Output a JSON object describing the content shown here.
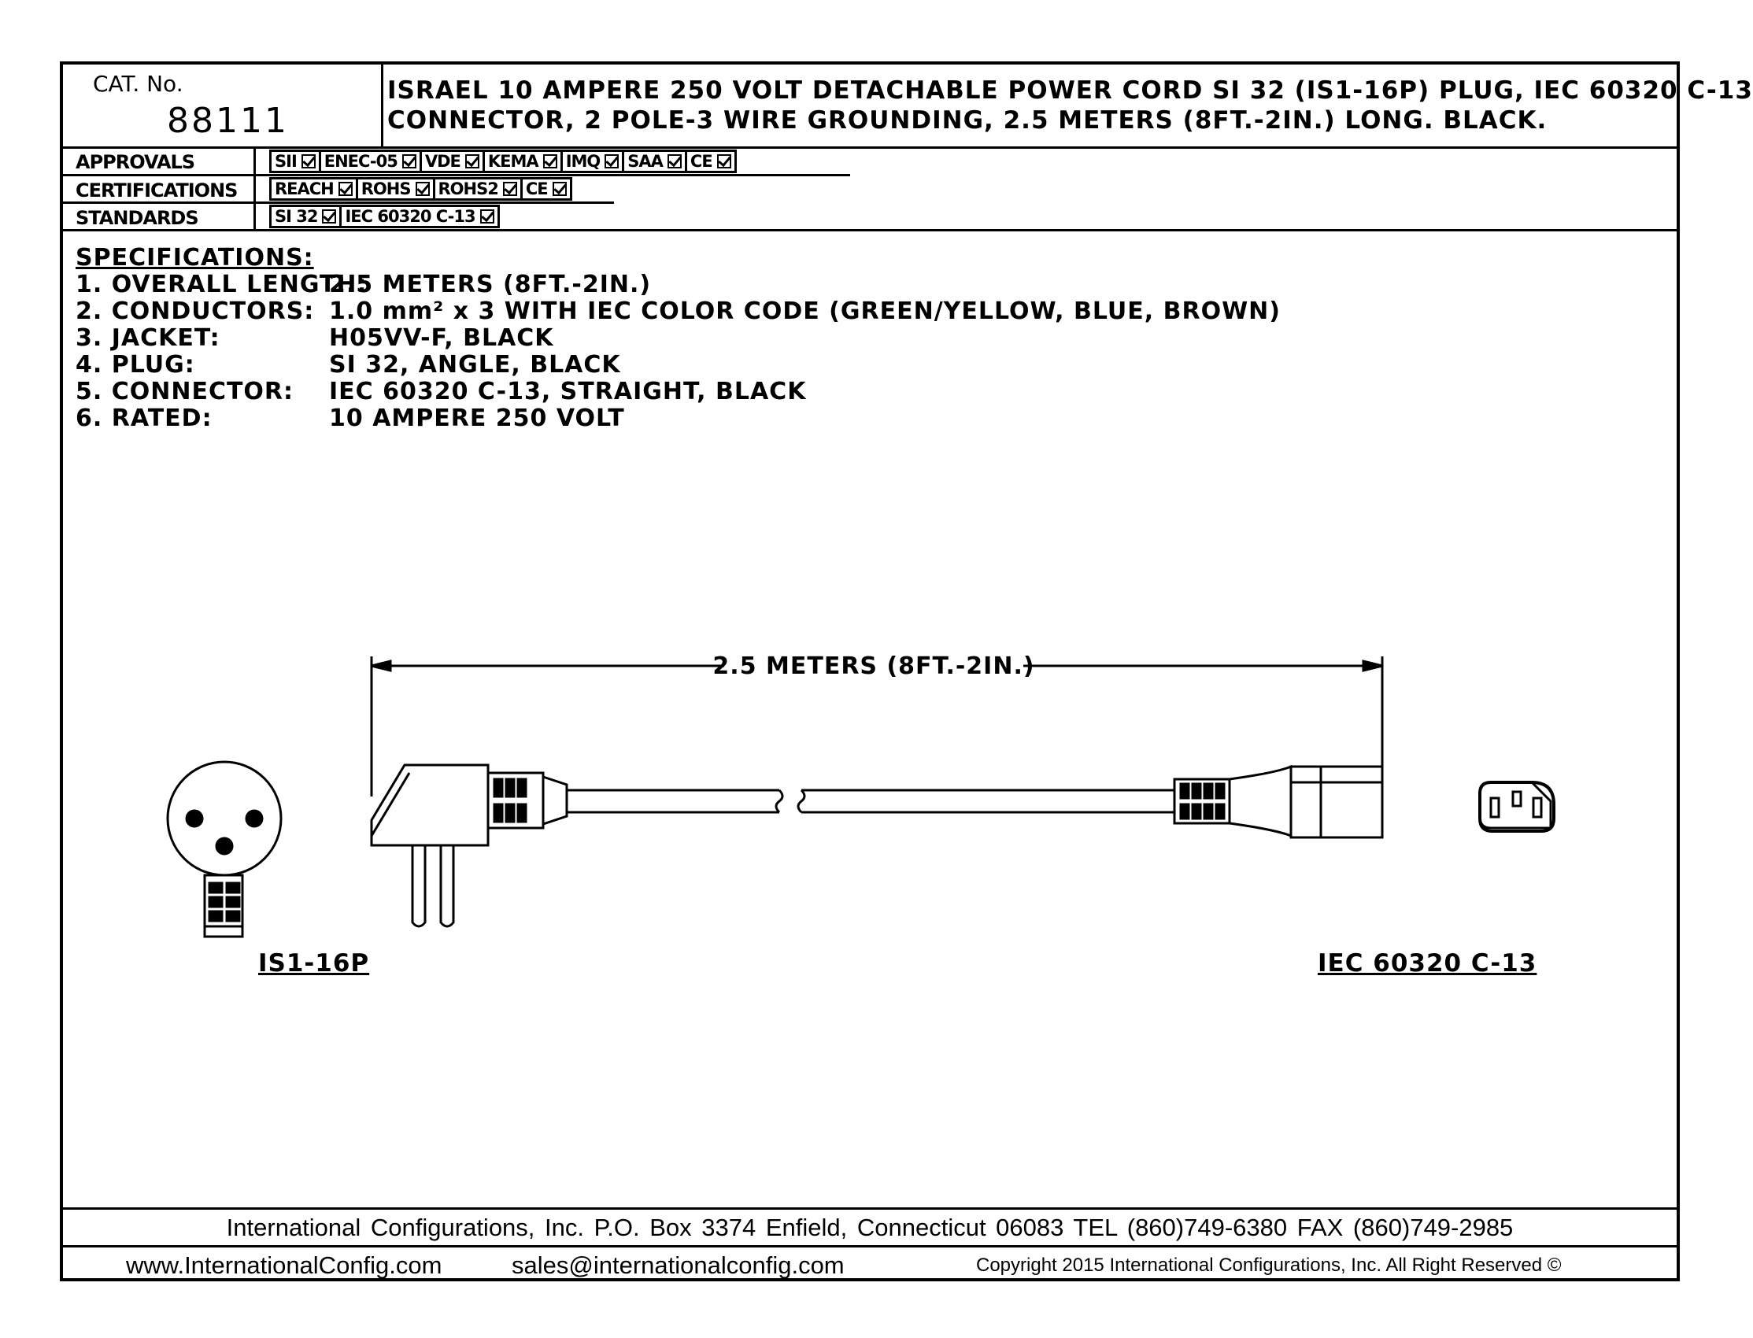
{
  "header": {
    "cat_label": "CAT. No.",
    "cat_number": "88111",
    "title_line1": "ISRAEL 10 AMPERE 250 VOLT DETACHABLE POWER CORD SI 32 (IS1-16P) PLUG, IEC 60320 C-13",
    "title_line2": "CONNECTOR, 2 POLE-3 WIRE GROUNDING, 2.5 METERS (8FT.-2IN.) LONG. BLACK."
  },
  "approvals": {
    "label": "APPROVALS",
    "items": [
      "SII",
      "ENEC-05",
      "VDE",
      "KEMA",
      "IMQ",
      "SAA",
      "CE"
    ]
  },
  "certifications": {
    "label": "CERTIFICATIONS",
    "items": [
      "REACH",
      "ROHS",
      "ROHS2",
      "CE"
    ]
  },
  "standards": {
    "label": "STANDARDS",
    "items": [
      "SI 32",
      "IEC 60320 C-13"
    ]
  },
  "specifications": {
    "heading": "SPECIFICATIONS:",
    "items": [
      {
        "label": "1. OVERALL LENGTH:",
        "value": "2.5 METERS (8FT.-2IN.)"
      },
      {
        "label": "2. CONDUCTORS:",
        "value": "1.0 mm² x 3 WITH IEC COLOR CODE (GREEN/YELLOW, BLUE, BROWN)"
      },
      {
        "label": "3. JACKET:",
        "value": "H05VV-F, BLACK"
      },
      {
        "label": "4. PLUG:",
        "value": "SI 32, ANGLE, BLACK"
      },
      {
        "label": "5. CONNECTOR:",
        "value": "IEC 60320 C-13, STRAIGHT, BLACK"
      },
      {
        "label": "6. RATED:",
        "value": "10 AMPERE 250 VOLT"
      }
    ]
  },
  "drawing": {
    "dimension_label": "2.5 METERS (8FT.-2IN.)",
    "plug_caption": "IS1-16P",
    "connector_caption": "IEC 60320 C-13"
  },
  "footer": {
    "line1": "International Configurations, Inc.   P.O. Box 3374   Enfield, Connecticut 06083   TEL (860)749-6380   FAX (860)749-2985",
    "website": "www.InternationalConfig.com",
    "email": "sales@internationalconfig.com",
    "copyright": "Copyright 2015 International Configurations, Inc. All Right Reserved ©"
  }
}
